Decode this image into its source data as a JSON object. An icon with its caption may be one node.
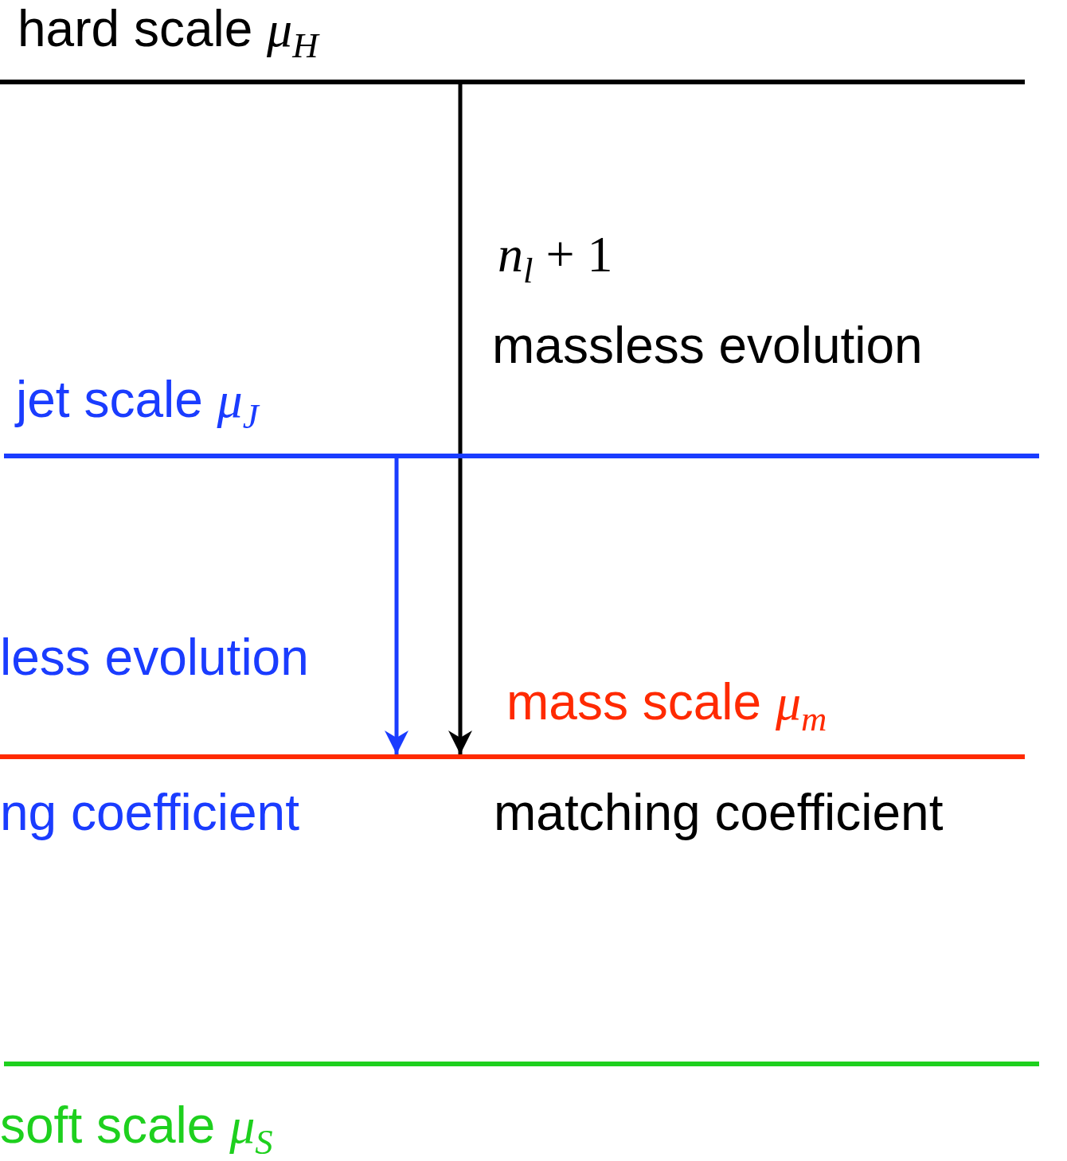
{
  "diagram": {
    "nodes": [
      {
        "text": [
          "hard scale *μ*$_{H}$"
        ]
      },
      {
        "text": [
          "jet scale *μ*$_{J}$"
        ]
      },
      {
        "text": [
          "mass scale *μ*$_{m}$"
        ]
      },
      {
        "text": [
          "soft scale *μ*$_{S}$"
        ]
      }
    ],
    "edges": [
      {
        "from": 0,
        "to": 2,
        "arrow": "to"
      },
      {
        "from": 1,
        "to": 2,
        "arrow": "to",
        "color": "#1a3cff"
      }
    ],
    "labels": [
      "*n*$_{l}$ + 1",
      "massless evolution",
      "less evolution",
      "ng coefficient",
      "matching coefficient"
    ]
  }
}
